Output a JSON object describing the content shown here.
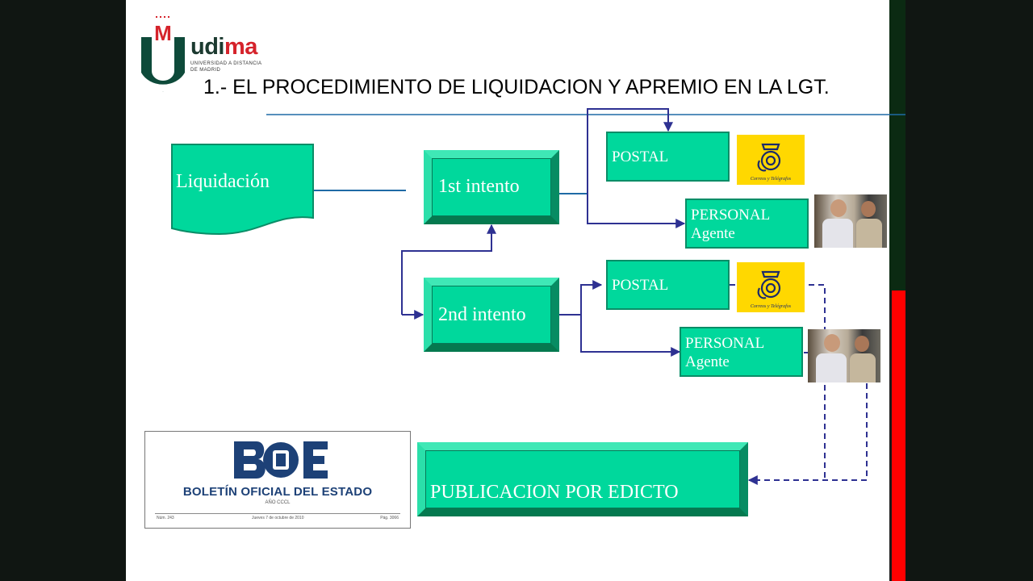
{
  "title": "1.- EL PROCEDIMIENTO DE LIQUIDACION Y APREMIO EN LA LGT.",
  "logo": {
    "initial_m": "M",
    "initial_u": "U",
    "name_prefix": "udi",
    "name_suffix": "ma",
    "subtitle_line1": "UNIVERSIDAD A DISTANCIA",
    "subtitle_line2": "DE MADRID"
  },
  "diagram": {
    "liquidacion": "Liquidación",
    "first_attempt": "1st intento",
    "second_attempt": "2nd intento",
    "postal_1": "POSTAL",
    "personal_1_line1": "PERSONAL",
    "personal_1_line2": "Agente",
    "postal_2": "POSTAL",
    "personal_2_line1": "PERSONAL",
    "personal_2_line2": "Agente",
    "edict": "PUBLICACION POR EDICTO",
    "correos_text": "Correos y Telégrafos"
  },
  "boe": {
    "title": "BOLETÍN OFICIAL DEL ESTADO",
    "year": "AÑO CCCL",
    "footer_left": "Núm. 243",
    "footer_center": "Jueves 7 de octubre de 2010",
    "footer_right": "Pág. 3066"
  },
  "colors": {
    "box_fill": "#00d89c",
    "box_border": "#0a8d67",
    "connector": "#2e3192",
    "title_rule": "#1f6aa5",
    "correos_yellow": "#ffd800",
    "boe_blue": "#1d4177",
    "logo_green": "#0e4a3a",
    "logo_red": "#d5232b"
  }
}
